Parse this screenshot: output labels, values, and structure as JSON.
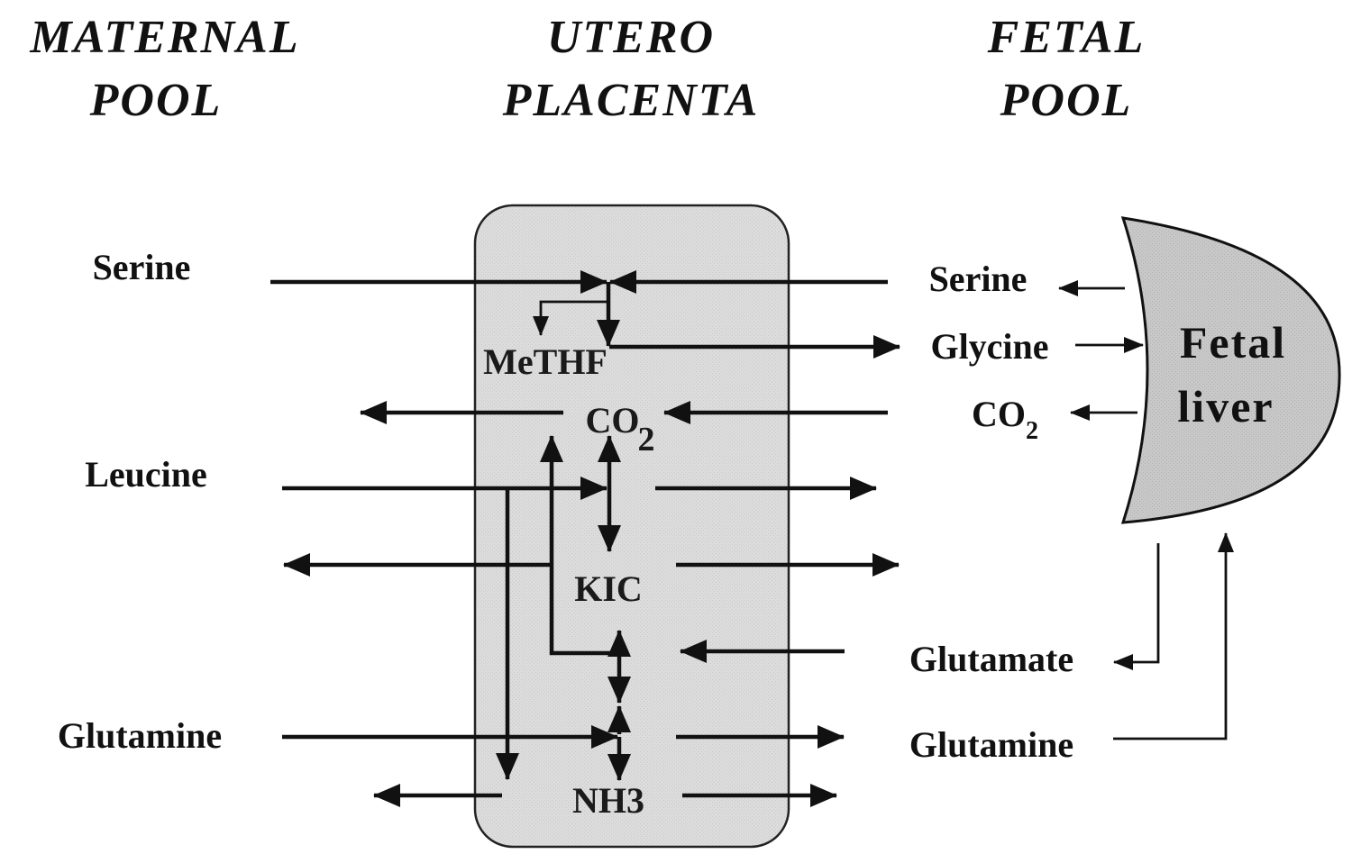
{
  "headers": {
    "maternal": [
      "MATERNAL",
      "POOL"
    ],
    "placenta": [
      "UTERO",
      "PLACENTA"
    ],
    "fetal": [
      "FETAL",
      "POOL"
    ]
  },
  "maternal_labels": {
    "serine": "Serine",
    "leucine": "Leucine",
    "glutamine": "Glutamine"
  },
  "placenta_labels": {
    "methf": "MeTHF",
    "co2_main": "CO",
    "co2_sub": "2",
    "kic": "KIC",
    "nh3": "NH3"
  },
  "fetal_labels": {
    "serine": "Serine",
    "glycine": "Glycine",
    "co2_main": "CO",
    "co2_sub": "2",
    "glutamate": "Glutamate",
    "glutamine": "Glutamine"
  },
  "liver": {
    "line1": "Fetal",
    "line2": "liver"
  },
  "colors": {
    "placenta_fill": "#dcdcdc",
    "liver_fill": "#c8c8c8",
    "ink": "#111111"
  }
}
